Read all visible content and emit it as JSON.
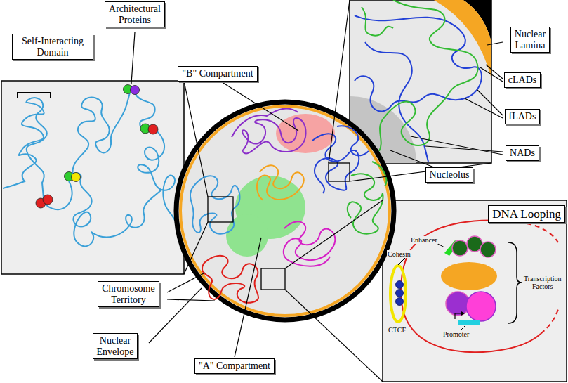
{
  "diagram": {
    "nodes": [
      {
        "text": [
          "Architectural Proteins"
        ]
      },
      {
        "text": [
          "Self-Interacting Domain"
        ]
      },
      {
        "text": [
          "\"B\" Compartment"
        ]
      },
      {
        "text": [
          "Nuclear Lamina"
        ]
      },
      {
        "text": [
          "cLADs"
        ]
      },
      {
        "text": [
          "fLADs"
        ]
      },
      {
        "text": [
          "NADs"
        ]
      },
      {
        "text": [
          "Nucleolus"
        ]
      },
      {
        "text": [
          "Chromosome Territory"
        ]
      },
      {
        "text": [
          "DNA Looping"
        ]
      },
      {
        "text": [
          "Nuclear Envelope"
        ]
      },
      {
        "text": [
          "\"A\" Compartment"
        ]
      }
    ],
    "labels": [
      "Enhancer",
      "Cohesin",
      "Transcription Factors",
      "CTCF",
      "Promoter"
    ]
  }
}
